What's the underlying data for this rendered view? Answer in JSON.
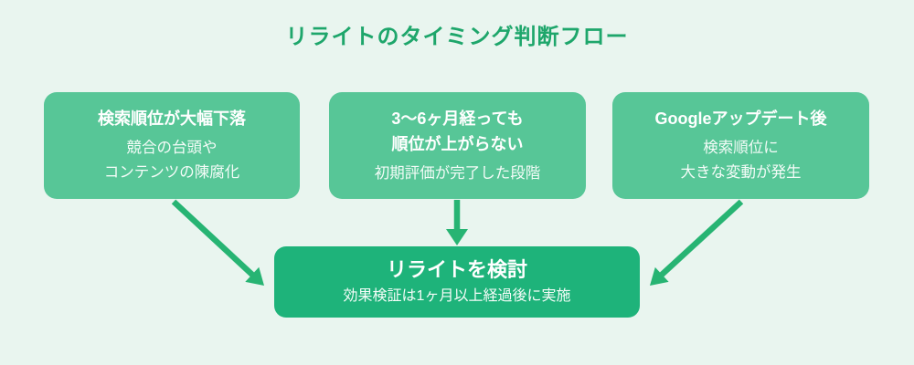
{
  "title": "リライトのタイミング判断フロー",
  "colors": {
    "background": "#E9F5EF",
    "title_text": "#1EA66B",
    "card_background": "#57C697",
    "result_background": "#1EB37A",
    "arrow": "#27B473",
    "card_text": "#FFFFFF"
  },
  "cards": [
    {
      "title_lines": [
        "検索順位が大幅下落"
      ],
      "body_lines": [
        "競合の台頭や",
        "コンテンツの陳腐化"
      ]
    },
    {
      "title_lines": [
        "3〜6ヶ月経っても",
        "順位が上がらない"
      ],
      "body_lines": [
        "初期評価が完了した段階"
      ]
    },
    {
      "title_lines": [
        "Googleアップデート後"
      ],
      "body_lines": [
        "検索順位に",
        "大きな変動が発生"
      ]
    }
  ],
  "result": {
    "title": "リライトを検討",
    "body": "効果検証は1ヶ月以上経過後に実施"
  }
}
